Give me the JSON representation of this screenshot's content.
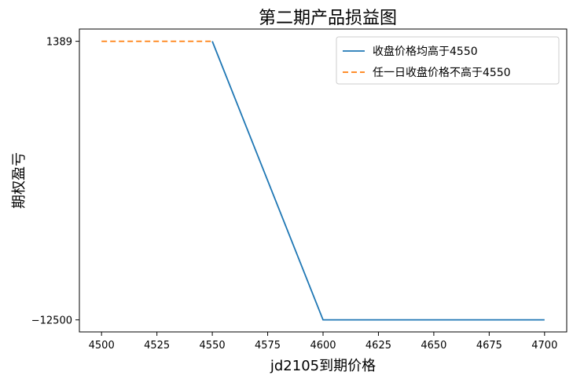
{
  "chart_data": {
    "type": "line",
    "title": "第二期产品损益图",
    "xlabel": "jd2105到期价格",
    "ylabel": "期权盈亏",
    "xlim": [
      4490,
      4710
    ],
    "ylim": [
      -13100,
      2000
    ],
    "x_ticks": [
      4500,
      4525,
      4550,
      4575,
      4600,
      4625,
      4650,
      4675,
      4700
    ],
    "y_ticks": [
      1389,
      -12500
    ],
    "y_tick_labels": [
      "1389",
      "−12500"
    ],
    "legend_position": "top-right",
    "series": [
      {
        "name": "收盘价格均高于4550",
        "style": "solid",
        "color": "#1f77b4",
        "x": [
          4550,
          4600,
          4700
        ],
        "y": [
          1389,
          -12500,
          -12500
        ]
      },
      {
        "name": "任一日收盘价格不高于4550",
        "style": "dashed",
        "color": "#ff7f0e",
        "x": [
          4500,
          4550
        ],
        "y": [
          1389,
          1389
        ]
      }
    ]
  }
}
